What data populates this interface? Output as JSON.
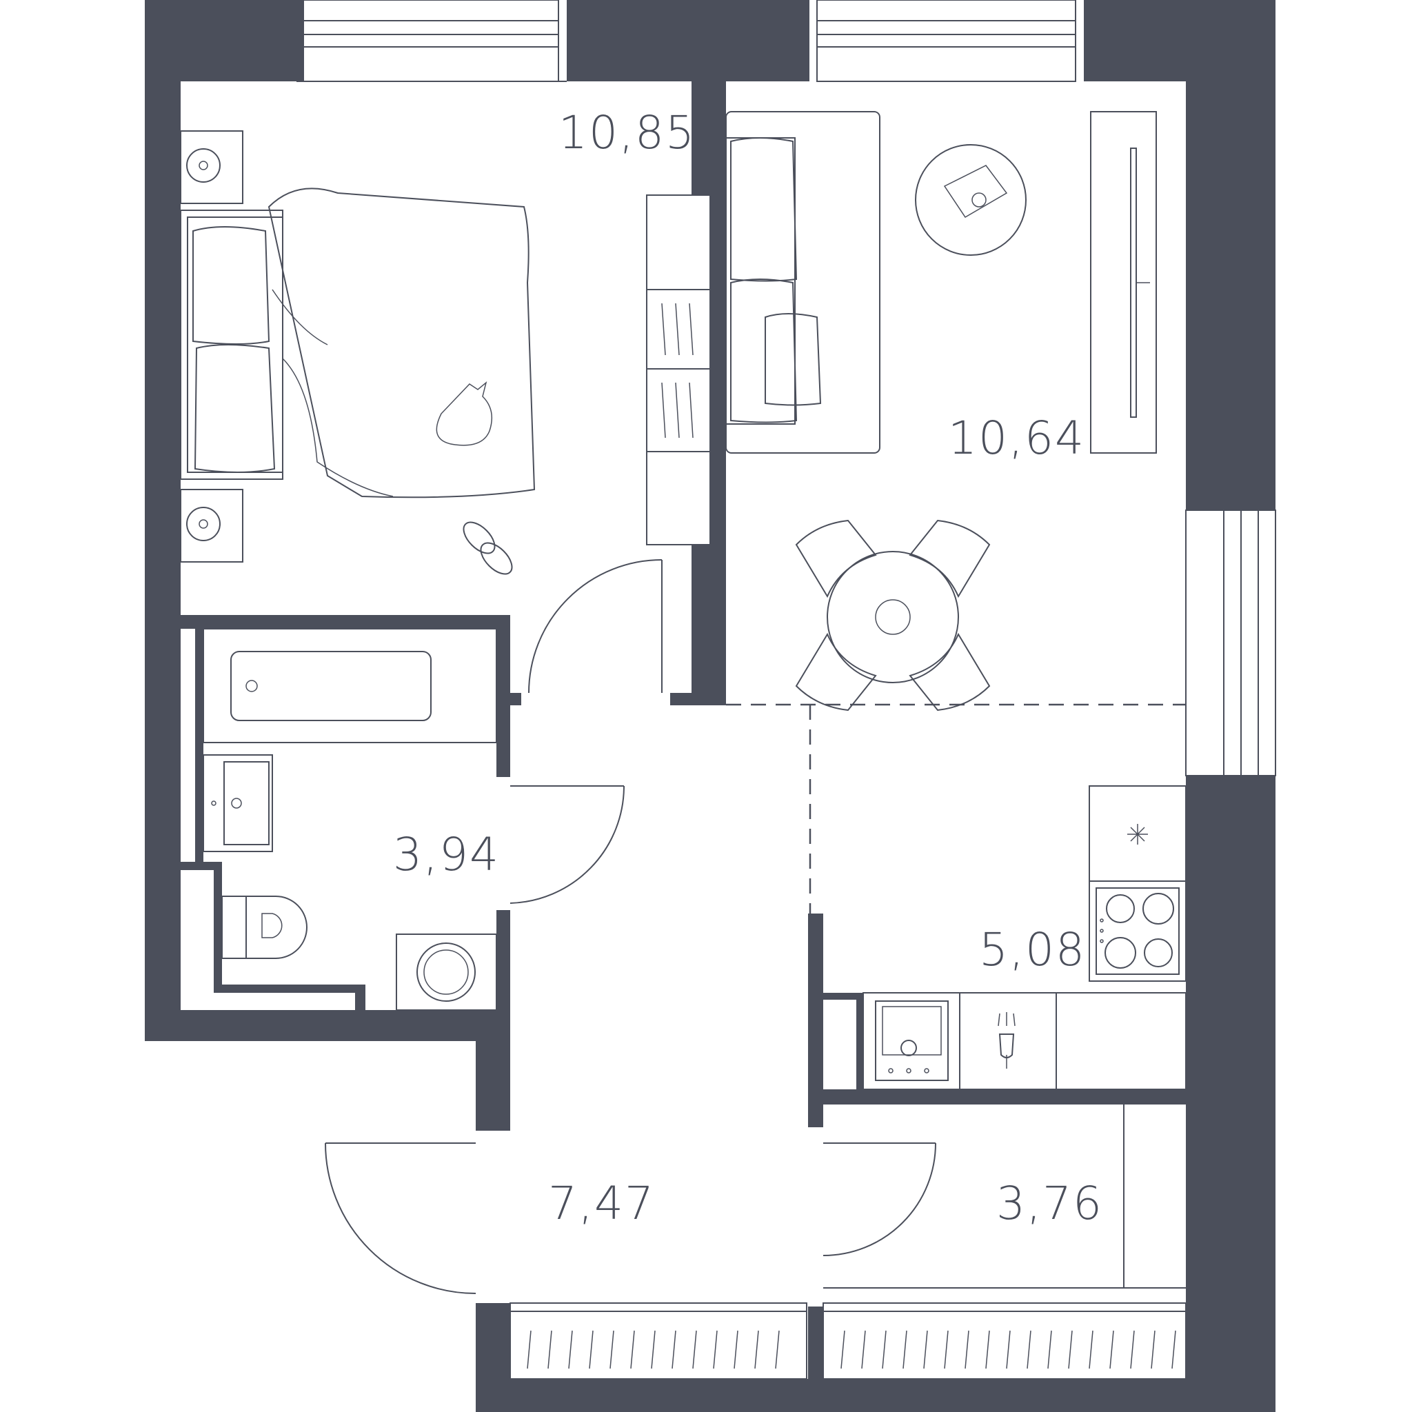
{
  "plan": {
    "wall_color": "#4b4f5b",
    "background_color": "#ffffff",
    "rooms": [
      {
        "id": "bedroom",
        "area": "10,85"
      },
      {
        "id": "living",
        "area": "10,64"
      },
      {
        "id": "bathroom",
        "area": "3,94"
      },
      {
        "id": "kitchen",
        "area": "5,08"
      },
      {
        "id": "hallway",
        "area": "7,47"
      },
      {
        "id": "storage",
        "area": "3,76"
      }
    ]
  }
}
